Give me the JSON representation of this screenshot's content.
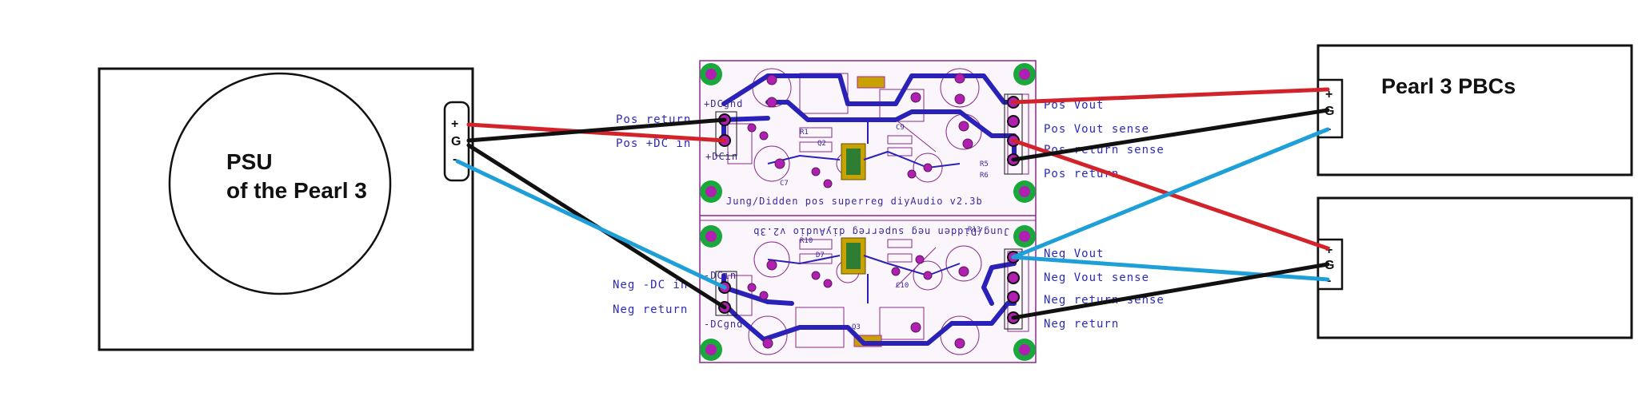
{
  "psu": {
    "title_line1": "PSU",
    "title_line2": "of the Pearl 3",
    "terminals": [
      "+",
      "G",
      "-"
    ]
  },
  "pcb": {
    "top": {
      "left_labels": [
        "+DCgnd",
        "+DCin"
      ],
      "silk_caption": "Jung/Didden pos superreg diyAudio  v2.3b",
      "io_left": [
        "Pos return",
        "Pos +DC in"
      ],
      "io_right": [
        "Pos Vout",
        "Pos Vout sense",
        "Pos return sense",
        "Pos return"
      ]
    },
    "bottom": {
      "left_labels": [
        "-DCin",
        "-DCgnd"
      ],
      "silk_caption": "Jung/Didden neg superreg diyAudio  v2.3b",
      "io_left": [
        "Neg -DC in",
        "Neg return"
      ],
      "io_right": [
        "Neg Vout",
        "Neg Vout sense",
        "Neg return sense",
        "Neg return"
      ]
    }
  },
  "pbc1": {
    "title": "Pearl 3 PBCs",
    "terminals": [
      "+",
      "G",
      "-"
    ]
  },
  "pbc2": {
    "terminals": [
      "+",
      "G",
      "-"
    ]
  },
  "wire_colors": {
    "positive": "#d2232a",
    "ground": "#111111",
    "negative": "#1e9fd8",
    "trace": "#2a22b8",
    "pad": "#b020b0",
    "mount": "#1aa83c",
    "board": "#8a2a8a"
  }
}
